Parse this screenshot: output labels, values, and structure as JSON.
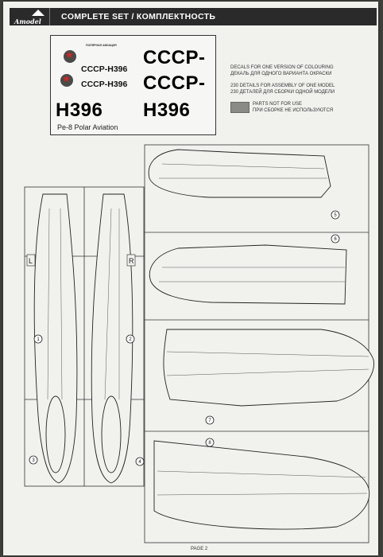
{
  "header": {
    "logo": "Amodel",
    "title": "COMPLETE SET / КОМПЛЕКТНОСТЬ"
  },
  "decals": {
    "small_1": "СССР-Н396",
    "small_2": "СССР-Н396",
    "big_1": "СССР-",
    "big_2": "СССР-",
    "big_3": "Н396",
    "big_4": "Н396",
    "caption": "Pe-8 Polar Aviation",
    "emblem_text": "ПОЛЯРНАЯ АВИАЦИЯ"
  },
  "info": {
    "decals_en": "DECALS FOR ONE VERSION OF COLOURING",
    "decals_ru": "ДЕКАЛЬ ДЛЯ ОДНОГО ВАРИАНТА ОКРАСКИ",
    "details_en": "230 DETAILS FOR ASSEMBLY OF ONE MODEL",
    "details_ru": "230 ДЕТАЛЕЙ ДЛЯ СБОРКИ ОДНОЙ МОДЕЛИ",
    "parts_en": "PARTS NOT FOR USE",
    "parts_ru": "ПРИ СБОРКЕ НЕ ИСПОЛЬЗУЮТСЯ"
  },
  "part_numbers": [
    "1",
    "2",
    "3",
    "4",
    "5",
    "6",
    "7",
    "8"
  ],
  "side_labels": {
    "left": "L",
    "right": "R"
  },
  "page": "PAGE 2"
}
